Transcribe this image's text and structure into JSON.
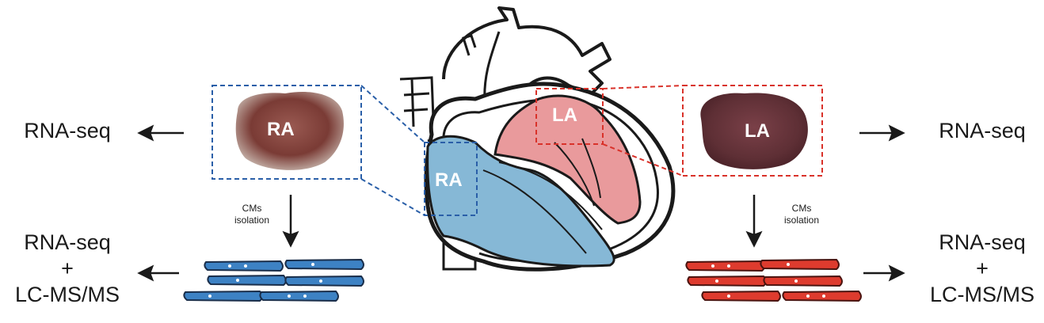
{
  "left": {
    "top_output": "RNA-seq",
    "tissue_label": "RA",
    "process": [
      "CMs",
      "isolation"
    ],
    "bottom_output": [
      "RNA-seq",
      "+",
      "LC-MS/MS"
    ]
  },
  "right": {
    "top_output": "RNA-seq",
    "tissue_label": "LA",
    "process": [
      "CMs",
      "isolation"
    ],
    "bottom_output": [
      "RNA-seq",
      "+",
      "LC-MS/MS"
    ]
  },
  "heart": {
    "ra_label": "RA",
    "la_label": "LA"
  },
  "colors": {
    "right_atrium_blue": "#2a5fa8",
    "left_atrium_red": "#d9322a",
    "heart_blue_fill": "#86b8d6",
    "heart_red_fill": "#e99a9c",
    "tissue_ra": "#7a3b35",
    "tissue_la": "#5e2f35"
  }
}
